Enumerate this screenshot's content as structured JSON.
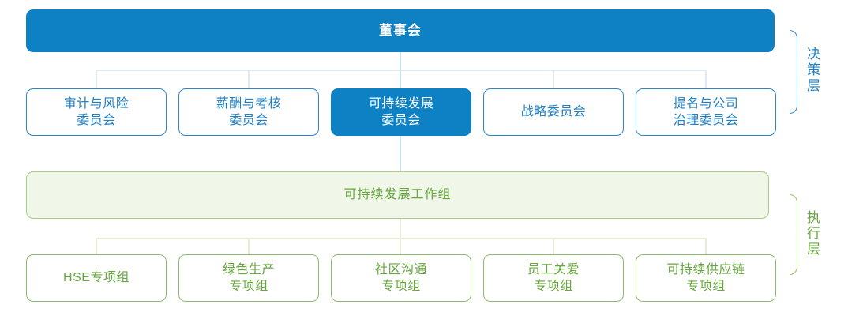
{
  "colors": {
    "primary_blue": "#0e81c5",
    "blue_border": "#2e86c5",
    "blue_text": "#1f80c3",
    "green_border": "#8cbe68",
    "green_text": "#67a83e",
    "green_fill": "#f0f6e8",
    "connector_blue": "#c9e0f1",
    "connector_gray": "#dfe9f1",
    "connector_green": "#e4ecd8"
  },
  "chart": {
    "board": {
      "label": "董事会"
    },
    "committees": [
      {
        "label": "审计与风险\n委员会",
        "highlighted": false
      },
      {
        "label": "薪酬与考核\n委员会",
        "highlighted": false
      },
      {
        "label": "可持续发展\n委员会",
        "highlighted": true
      },
      {
        "label": "战略委员会",
        "highlighted": false
      },
      {
        "label": "提名与公司\n治理委员会",
        "highlighted": false
      }
    ],
    "working_group": {
      "label": "可持续发展工作组"
    },
    "task_groups": [
      {
        "label": "HSE专项组"
      },
      {
        "label": "绿色生产\n专项组"
      },
      {
        "label": "社区沟通\n专项组"
      },
      {
        "label": "员工关爱\n专项组"
      },
      {
        "label": "可持续供应链\n专项组"
      }
    ],
    "layers": [
      {
        "label": "决策层"
      },
      {
        "label": "执行层"
      }
    ]
  }
}
